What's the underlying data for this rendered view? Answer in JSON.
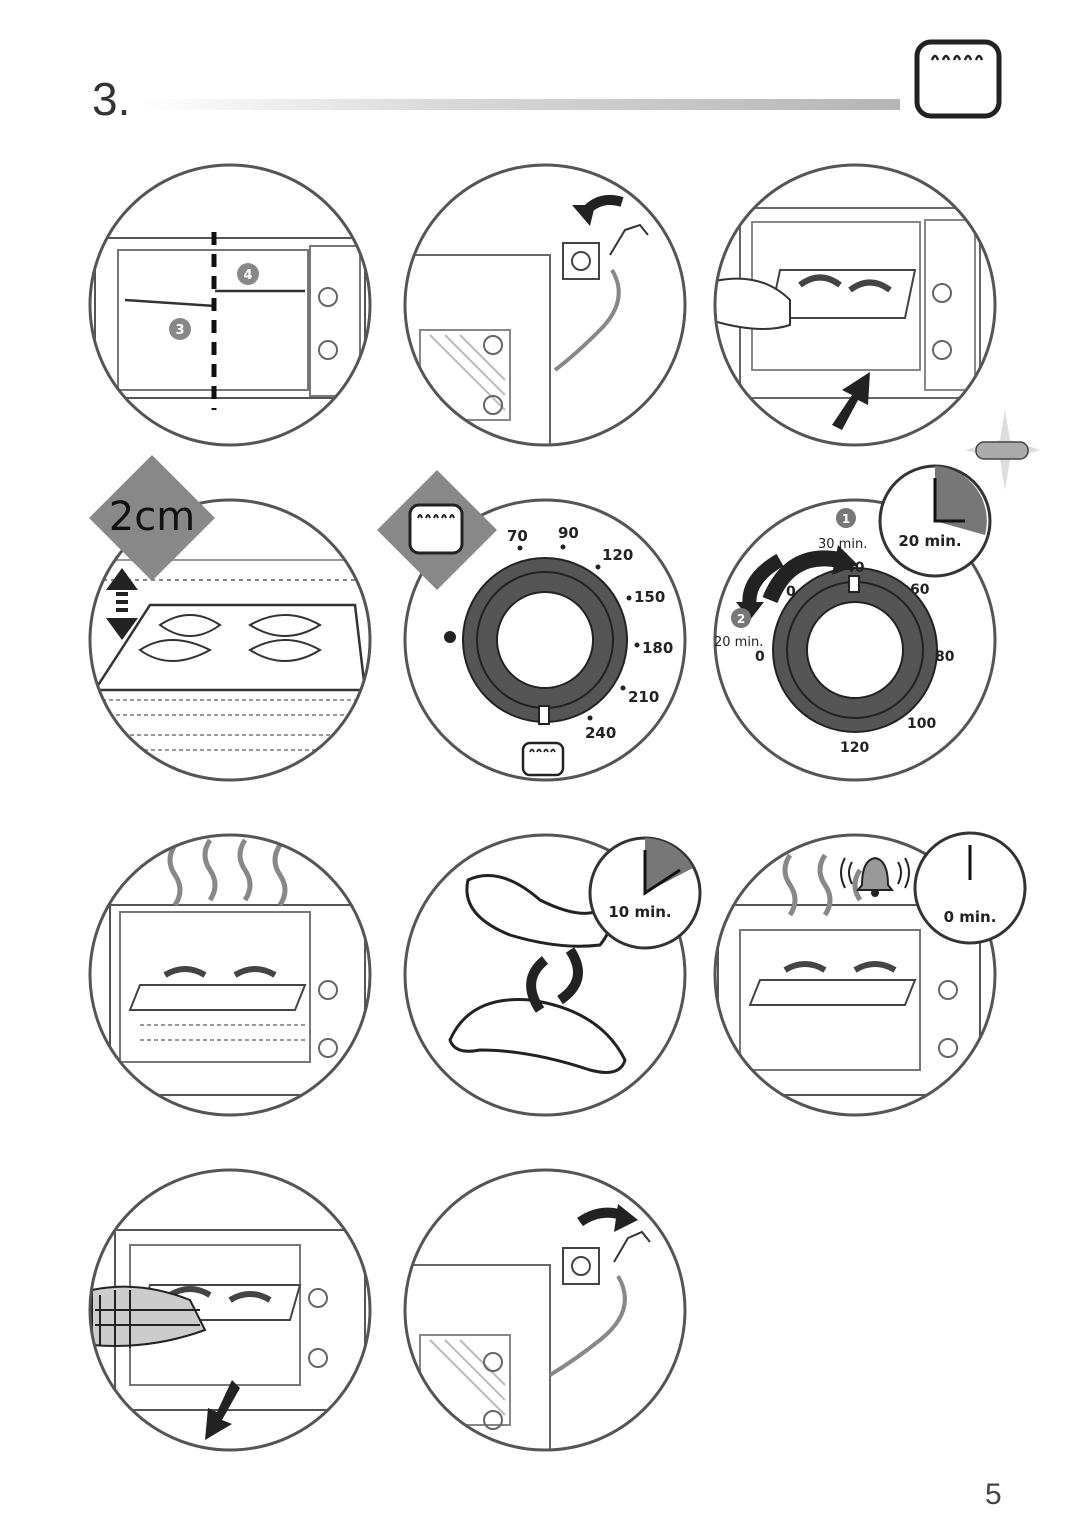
{
  "header": {
    "step": "3."
  },
  "panel1": {
    "labels": [
      "4",
      "3"
    ]
  },
  "panel4": {
    "gap": "2cm"
  },
  "panel5": {
    "temps": [
      "70",
      "90",
      "120",
      "150",
      "180",
      "210",
      "240"
    ]
  },
  "panel6": {
    "timer_big": "20 min.",
    "timer_small": "20 min.",
    "time_30": "30 min.",
    "steps": [
      "1",
      "2"
    ],
    "dial": [
      "40",
      "60",
      "80",
      "100",
      "120",
      "0",
      "0"
    ]
  },
  "panel8": {
    "timer": "10 min."
  },
  "panel9": {
    "timer": "0 min."
  },
  "footer": {
    "page": "5"
  }
}
